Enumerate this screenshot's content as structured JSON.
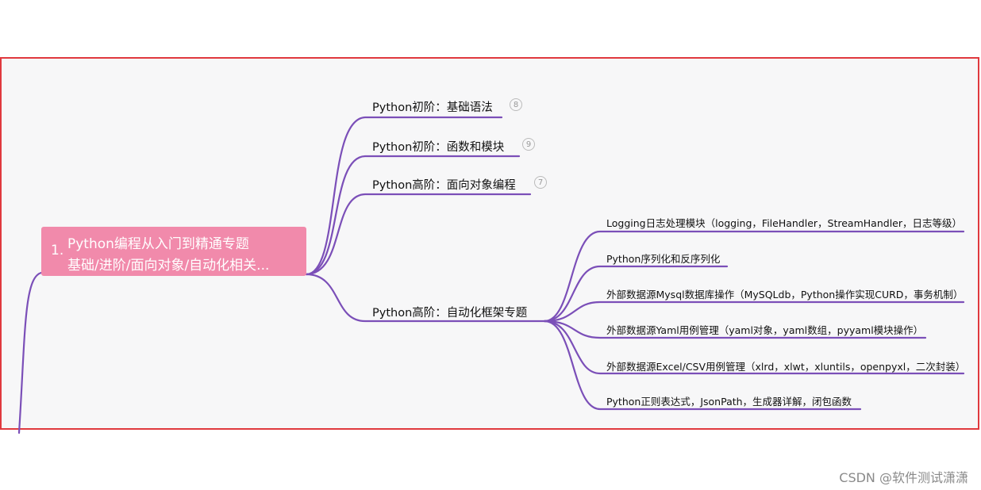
{
  "root": {
    "number": "1.",
    "line1": "Python编程从入门到精通专题",
    "line2": "基础/进阶/面向对象/自动化相关..."
  },
  "branches": [
    {
      "label": "Python初阶：基础语法",
      "badge": "8"
    },
    {
      "label": "Python初阶：函数和模块",
      "badge": "9"
    },
    {
      "label": "Python高阶：面向对象编程",
      "badge": "7"
    },
    {
      "label": "Python高阶：自动化框架专题"
    }
  ],
  "leaves": [
    "Logging日志处理模块（logging，FileHandler，StreamHandler，日志等级）",
    "Python序列化和反序列化",
    "外部数据源Mysql数据库操作（MySQLdb，Python操作实现CURD，事务机制）",
    "外部数据源Yaml用例管理（yaml对象，yaml数组，pyyaml模块操作）",
    "外部数据源Excel/CSV用例管理（xlrd，xlwt，xluntils，openpyxl，二次封装）",
    "Python正则表达式，JsonPath，生成器详解，闭包函数"
  ],
  "watermark": "CSDN @软件测试潇潇",
  "colors": {
    "line": "#7b4fb8",
    "root_fill": "#f18aab",
    "frame": "#e0393e",
    "canvas": "#f7f7f8"
  }
}
